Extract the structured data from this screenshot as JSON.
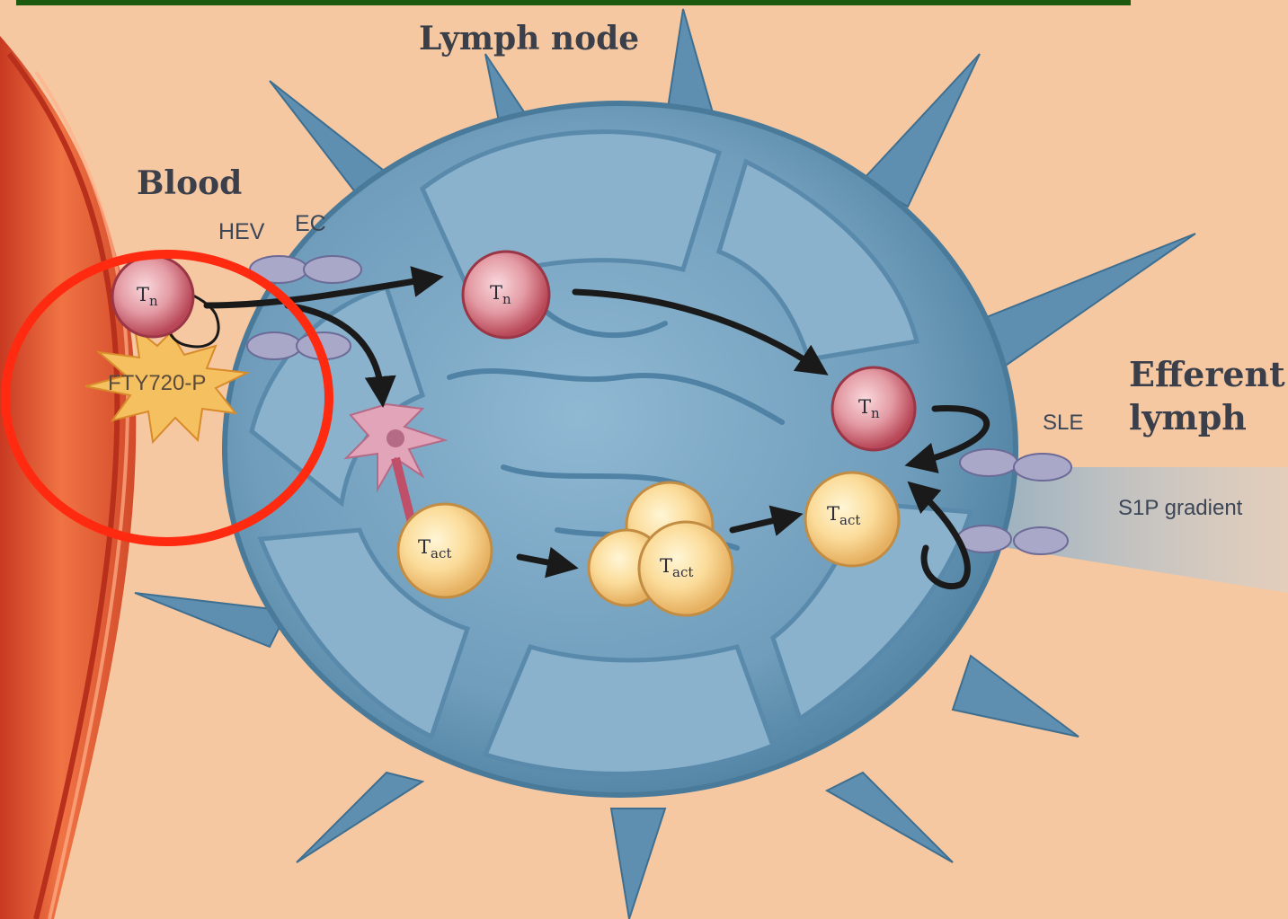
{
  "labels": {
    "lymph_node": "Lymph node",
    "blood": "Blood",
    "hev": "HEV",
    "ec": "EC",
    "efferent": "Efferent",
    "lymph": "lymph",
    "sle": "SLE",
    "s1p_gradient": "S1P gradient",
    "fty720": "FTY720-P"
  },
  "cells": {
    "tn_main": "T",
    "tn_sub": "n",
    "tact_main": "T",
    "tact_sub": "act"
  },
  "colors": {
    "highlight_circle": "#ff2a10",
    "top_bar": "#1c5a10",
    "node_fill": "#6f9dbb",
    "blood_vessel": "#e0532c"
  }
}
